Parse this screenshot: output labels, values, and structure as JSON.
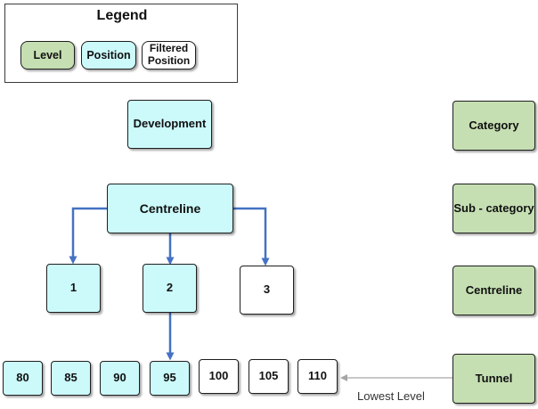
{
  "legend": {
    "title": "Legend",
    "items": [
      {
        "label": "Level",
        "kind": "level"
      },
      {
        "label": "Position",
        "kind": "position"
      },
      {
        "label": "Filtered Position",
        "kind": "filtered"
      }
    ]
  },
  "colors": {
    "level": "#c5dfb2",
    "position": "#ccfafb",
    "filtered": "#ffffff",
    "arrow_blue": "#4472c4",
    "arrow_grey": "#a6a6a6"
  },
  "hierarchy": {
    "development": "Development",
    "centreline": "Centreline",
    "centreline_children": [
      "1",
      "2",
      "3"
    ],
    "tunnels": [
      "80",
      "85",
      "90",
      "95",
      "100",
      "105",
      "110"
    ]
  },
  "levels": [
    "Category",
    "Sub - category",
    "Centreline",
    "Tunnel"
  ],
  "lowest_level_label": "Lowest Level"
}
